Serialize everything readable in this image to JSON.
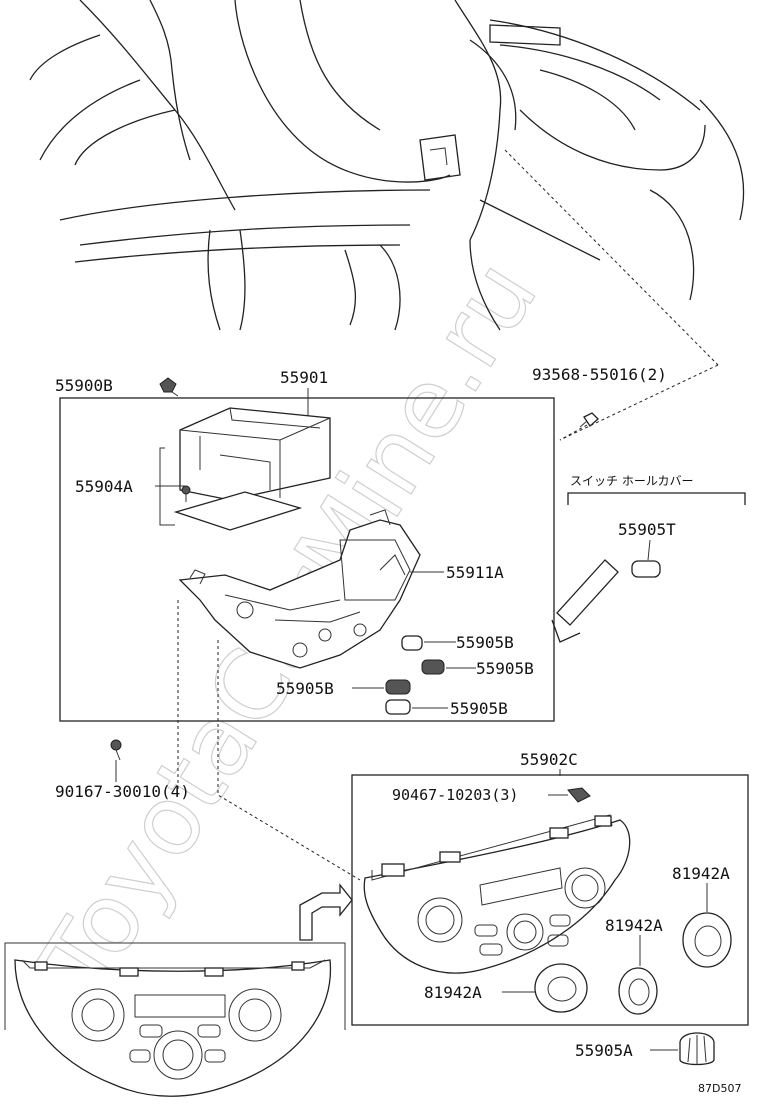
{
  "watermark": "ToyotaCarMine.ru",
  "labels": {
    "p55900B": "55900B",
    "p55901": "55901",
    "p93568": "93568-55016(2)",
    "p55904A": "55904A",
    "p55911A": "55911A",
    "p55905B_1": "55905B",
    "p55905B_2": "55905B",
    "p55905B_3": "55905B",
    "p55905B_4": "55905B",
    "switch_hole_cover": "スイッチ ホールカバー",
    "p55905T": "55905T",
    "p90167": "90167-30010(4)",
    "p55902C": "55902C",
    "p90467": "90467-10203(3)",
    "p81942A_1": "81942A",
    "p81942A_2": "81942A",
    "p81942A_3": "81942A",
    "p55905A": "55905A",
    "diagram_code": "87D507"
  }
}
